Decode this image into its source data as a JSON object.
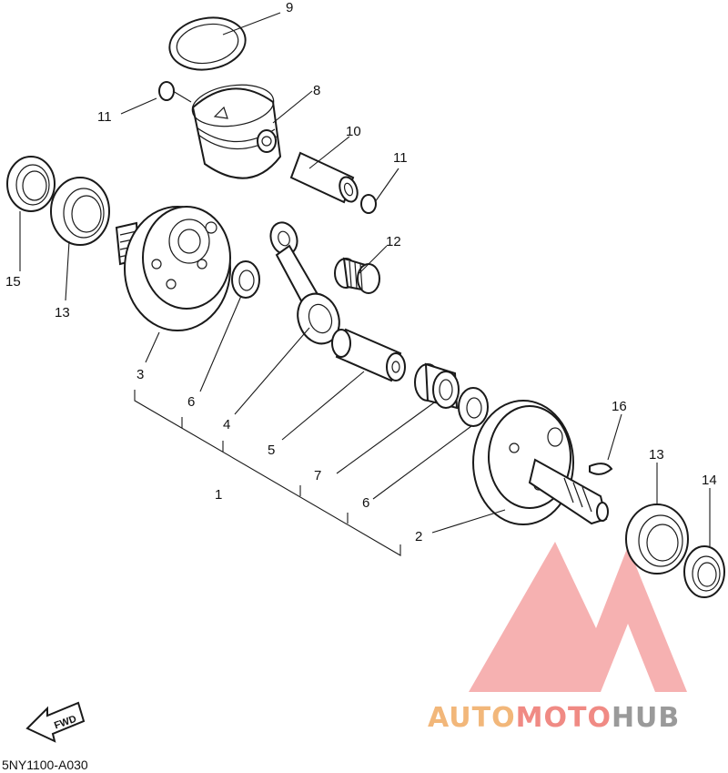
{
  "diagram": {
    "labels": {
      "l1": "1",
      "l2": "2",
      "l3": "3",
      "l4": "4",
      "l5": "5",
      "l6a": "6",
      "l6b": "6",
      "l7": "7",
      "l8": "8",
      "l9": "9",
      "l10": "10",
      "l11a": "11",
      "l11b": "11",
      "l12": "12",
      "l13a": "13",
      "l13b": "13",
      "l14": "14",
      "l15": "15",
      "l16": "16"
    },
    "catalog_code": "5NY1100-A030",
    "fwd_label": "FWD"
  },
  "watermark": {
    "word_part1": "AUTO",
    "word_part2": "MOTO",
    "word_part3": "HUB",
    "color_light": "#f2b77a",
    "color_mid": "#f08a84",
    "color_dark": "#9a9a9a",
    "logo_color": "#f4a3a3"
  }
}
